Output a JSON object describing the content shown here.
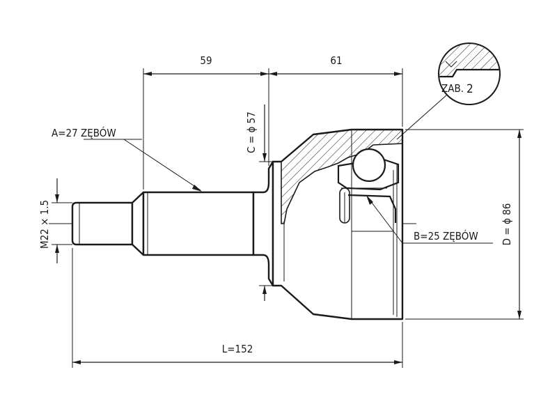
{
  "dimensions": {
    "length_top_left": "59",
    "length_top_right": "61",
    "total_length": "L=152",
    "outer_diameter": "D = ϕ 86",
    "seal_diameter": "C = ϕ 57",
    "thread": "M22 × 1.5",
    "outer_splines": "A=27 ZĘBÓW",
    "inner_splines": "B=25 ZĘBÓW"
  },
  "detail": {
    "label": "ZAB.",
    "number": "2"
  },
  "colors": {
    "line": "#1a1a1a",
    "background": "#ffffff"
  }
}
